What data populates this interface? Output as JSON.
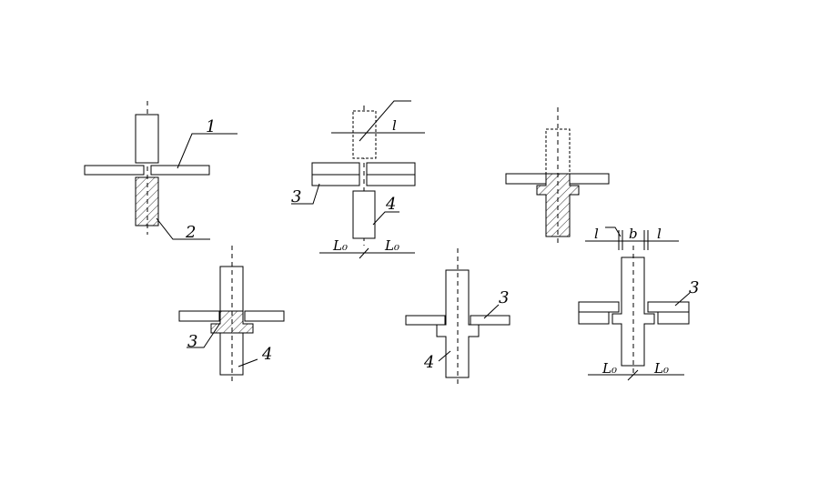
{
  "figure_a": {
    "label_1": "1",
    "label_2": "2"
  },
  "figure_b": {
    "label_l": "l",
    "label_3": "3",
    "label_4": "4",
    "label_L0_left": "L₀",
    "label_L0_right": "L₀"
  },
  "figure_d": {
    "label_3": "3",
    "label_4": "4"
  },
  "figure_e": {
    "label_3": "3",
    "label_4": "4"
  },
  "figure_f": {
    "label_l_left": "l",
    "label_b": "b",
    "label_l_right": "l",
    "label_3": "3",
    "label_L0_left": "L₀",
    "label_L0_right": "L₀"
  }
}
